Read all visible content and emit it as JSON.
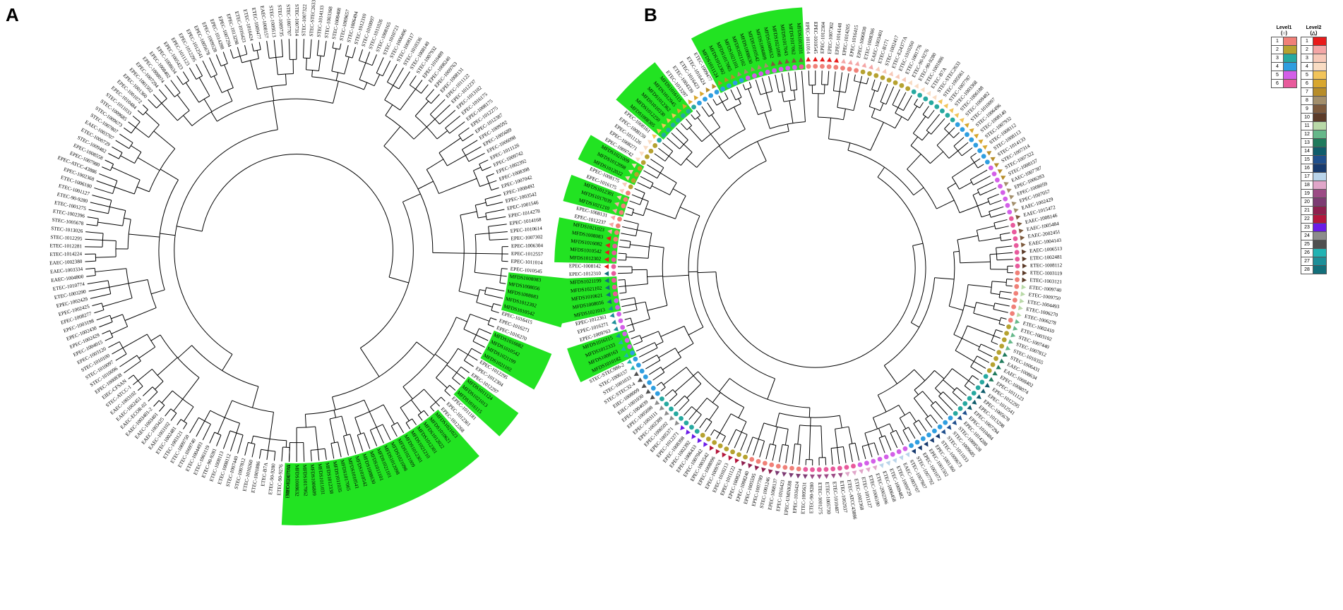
{
  "panels": {
    "a": {
      "letter": "A"
    },
    "b": {
      "letter": "B"
    }
  },
  "colors": {
    "highlight": "#22e322",
    "branch": "#000000"
  },
  "tree_a": {
    "leaves": [
      "ETEC-E24377A",
      "ETEC-90-9276",
      "ETEC-90-9280",
      "ETEC-B7A",
      "ETEC-1001886",
      "ETEC-1010260",
      "STEC-1007812",
      "STEC-1007440",
      "ETEC-1008112",
      "ETEC-1008113",
      "ETEC-90-9281",
      "ETEC-1003119",
      "ETEC-1004493",
      "ETEC-1009740",
      "ETEC-1009750",
      "ETEC-1003121",
      "ETEC-1002481",
      "EAEC-1003102",
      "EAEC-1003425",
      "EAEC-1003401",
      "EAEC-1003401-2",
      "EAEC-ECOR-02",
      "EAEC-1002451",
      "EAEC-1003102",
      "STEC-ATCC-1",
      "EIEC-CFSAN",
      "EPEC-1000838",
      "STEC-1010096",
      "STEC-1010097",
      "STEC-1010100",
      "EPEC-1003120",
      "EPEC-1004015",
      "EPEC-1002429",
      "EPEC-1002430",
      "EPEC-1003198",
      "EPEC-1008277",
      "EPEC-1002425",
      "EPEC-1002429",
      "ETEC-1003290",
      "ETEC-1010774",
      "EAEC-1004800",
      "EAEC-1003334",
      "EAEC-1002380",
      "ETEC-1014224",
      "ETEC-1012281",
      "STEC-1012295",
      "STEC-1013026",
      "STEC-1005678",
      "ETEC-1002396",
      "ETEC-1001275",
      "ETEC-90-9280",
      "ETEC-1001127",
      "ETEC-1006180",
      "EPEC-1002368",
      "EPEC-ATCC-43886",
      "EPEC-1007980",
      "EPEC-1008558",
      "STEC-1009482",
      "ETEC-1000729",
      "EAEC-1003707",
      "STEC-1007807",
      "STEC-1009673",
      "STEC-1009685",
      "STEC-1011033",
      "EPEC-1010484",
      "EPEC-1001072",
      "EPEC-1001360",
      "EPEC-1001502",
      "EPEC-1007294",
      "EPEC-1008074",
      "EPEC-1008402",
      "EPEC-1008634",
      "EPEC-1005423",
      "EPEC-1011123",
      "EPEC-1012295",
      "EPEC-1012541",
      "EPEC-1005678",
      "EPEC-1009528",
      "EPEC-1014288",
      "EPEC-1007294",
      "EPEC-1013298",
      "ETEC-1016423",
      "ETEC-1016424",
      "ETEC-1009477",
      "EAEC-1008157",
      "STEC-1009513",
      "STEC-1009735",
      "STEC-1007707",
      "STEC-1007314",
      "STEC-1007322",
      "STEC-STEC2633",
      "STEC-1014133",
      "STEC-1003368",
      "STEC-1008408",
      "STEC-1009657",
      "STEC-1006494",
      "STEC-1012310",
      "STEC-1010097",
      "STEC-1011026",
      "STEC-1008165",
      "STEC-1010723",
      "STEC-1006496",
      "STEC-1008117",
      "STEC-1010336",
      "STEC-1008140",
      "STEC-1007932",
      "EPEC-1010489",
      "EPEC-1008240",
      "EPEC-1009763",
      "EPEC-1008131",
      "EPEC-1011122",
      "EPEC-1012237",
      "EPEC-1013102",
      "EPEC-1016175",
      "EPEC-1008175",
      "EPEC-1012275",
      "EPEC-1012387",
      "EPEC-1009592",
      "EPEC-1005689",
      "EPEC-1006098",
      "EPEC-1011126",
      "EPEC-1009742",
      "EPEC-1002392",
      "EPEC-1008398",
      "EPEC-1007042",
      "EPEC-1008492",
      "EPEC-1003542",
      "EPEC-1001546",
      "EPEC-1014278",
      "EPEC-1014168",
      "EPEC-1010614",
      "EPEC-1007302",
      "EPEC-1006304",
      "EPEC-1012557",
      "EPEC-1011014",
      "EPEC-1010545",
      "MFDS1008083",
      "MFDS1008056",
      "MFDS1008083",
      "MFDS1012302",
      "MFDS1010542",
      "EPEC-1016415",
      "EPEC-1016271",
      "EPEC-1016270",
      "MFDS1016082",
      "MFDS1010542",
      "MFDS1021199",
      "MFDS1021102",
      "EPEC-1012295",
      "EPEC-1012304",
      "EPEC-1012297",
      "MFDS1011124",
      "MFDS1021013",
      "MFDS1016115",
      "EPEC-1011181",
      "EPEC-1012361",
      "EPEC-1012268",
      "MFDS1021023",
      "MFDS1010621",
      "MFDS1012022",
      "MFDS1012301",
      "MFDS1021210",
      "MFDS1012301",
      "MFDS1021009",
      "MFDS1021098",
      "MFDS1012098",
      "MFDS1021101",
      "MFDS1011101",
      "MFDS1008630",
      "MFDS1010542",
      "MFDS1010541",
      "MFDS1017065",
      "MFDS1011035",
      "MFDS1012338",
      "MFDS1011031",
      "MFDS1006809",
      "MFDS1017062",
      "MFDS1008632",
      "MFDS1017043"
    ],
    "highlight_groups": [
      [
        "MFDS1017043",
        "MFDS1008632",
        "MFDS1017062",
        "MFDS1006809",
        "MFDS1011031",
        "MFDS1012338",
        "MFDS1011035",
        "MFDS1017065",
        "MFDS1010541",
        "MFDS1010542",
        "MFDS1008630",
        "MFDS1011101",
        "MFDS1021101",
        "MFDS1012098",
        "MFDS1021098",
        "MFDS1021009",
        "MFDS1012301",
        "MFDS1021210",
        "MFDS1012022",
        "MFDS1010621",
        "MFDS1021023"
      ],
      [
        "MFDS1016115",
        "MFDS1021013",
        "MFDS1011124"
      ],
      [
        "MFDS1021102",
        "MFDS1021199",
        "MFDS1010542",
        "MFDS1016082"
      ],
      [
        "MFDS1010542",
        "MFDS1012302",
        "MFDS1008083",
        "MFDS1008056"
      ]
    ]
  },
  "tree_b": {
    "leaves": [
      "EPEC-1011014",
      "EPEC-1010545",
      "EPEC-1012304",
      "EPEC-1007302",
      "EPEC-1014148",
      "EPEC-1014205",
      "EPEC-1016415",
      "EPEC-1006830",
      "ETEC-1008306",
      "EAEC-1003401",
      "ETEC-B171",
      "STEC-1002417",
      "ETEC-E24377A",
      "ETEC-1010260",
      "ETEC-1001776",
      "ETEC-90-9276",
      "ETEC-90-9280",
      "ETEC-1001886",
      "ETEC-B7A",
      "STEC-STEC2633",
      "STEC-1005061",
      "STEC-1007787",
      "STEC-1003368",
      "STEC-1006188",
      "STEC-1009482",
      "STEC-1010097",
      "STEC-1006496",
      "STEC-1008140",
      "STEC-1007932",
      "STEC-1008112",
      "STEC-1008113",
      "STEC-1014133",
      "STEC-1007314",
      "STEC-1007322",
      "STEC-1008157",
      "EAEC-1007787",
      "EPEC-1006283",
      "EPEC-1008059",
      "EPEC-1007057",
      "EAEC-1002429",
      "EAEC-1015472",
      "EAEC-1008146",
      "EAEC-1005484",
      "EAEC-2002451",
      "EAEC-1004143",
      "EAEC-1006513",
      "ETEC-1002481",
      "ETEC-1008112",
      "ETEC-1003119",
      "ETEC-1003121",
      "ETEC-1009740",
      "ETEC-1009750",
      "ETEC-1004493",
      "ETEC-1006270",
      "ETEC-1006278",
      "ETEC-1002410",
      "ETEC-1003102",
      "STEC-1007440",
      "STEC-1007812",
      "STEC-1010355",
      "STEC-1006431",
      "EAEC-1008634",
      "EAEC-1008402",
      "EPEC-1008074",
      "EPEC-1011123",
      "EPEC-1012295",
      "EPEC-1012541",
      "EPEC-1005678",
      "EPEC-1013298",
      "EPEC-1007294",
      "EPEC-1010484",
      "EPEC-1014288",
      "STEC-1009528",
      "STEC-1009685",
      "STEC-1011033",
      "STEC-1009673",
      "EPEC-1001360",
      "EPEC-1001502",
      "EPEC-1001072",
      "STEC-1007792",
      "STEC-1007807",
      "EAEC-1003707",
      "ETEC-1009729",
      "ETEC-1009482",
      "ETEC-1006458",
      "ETEC-2002396",
      "ETEC-1006180",
      "ETEC-1011127",
      "ETEC-1002368",
      "ETEC-ATCC43886",
      "ETEC-1002937",
      "ETEC-1010487",
      "ETEC-1005730",
      "ETEC-1001275",
      "ETEC-90-9280",
      "ETEC-1005631",
      "EPEC-1016424",
      "EPEC-UMNK88",
      "EPEC-1016423",
      "EPEC-1008137",
      "STEC-1001246",
      "EPEC-1007789",
      "EPEC-1005595",
      "EPEC-1008240",
      "EPEC-1008234",
      "EPEC-1011122",
      "EPEC-1010213",
      "EPEC-1009763",
      "EPEC-1008096",
      "EPEC-1003542",
      "EPEC-1007042",
      "EPEC-1006433",
      "EPEC-1002392",
      "EPEC-1008398",
      "EPEC-1012271",
      "EPEC-1005371",
      "EPEC-1006502",
      "EPEC-1002389",
      "EPEC-1003111",
      "EPEC-1005698",
      "EPEC-1004039",
      "EIEC-1001030",
      "EIEC-1008009",
      "STEC-STEC32-4",
      "STEC-1001033",
      "STEC-1006157",
      "STEC-STEC986-2",
      "MFDS1010182",
      "MFDS1008163",
      "MFDS1012333",
      "MFDS1016115",
      "EPEC-1009763",
      "EPEC-1016271",
      "EPEC-1012361",
      "MFDS1021013",
      "MFDS1008056",
      "MFDS1010621",
      "MFDS1021102",
      "MFDS1021199",
      "EPEC-1012310",
      "EPEC-1008142",
      "MFDS1012302",
      "MFDS1010542",
      "MFDS1016082",
      "MFDS1008083",
      "MFDS1021023",
      "EPEC-1012237",
      "EPEC-1008131",
      "MFDS1021210",
      "MFDS1017039",
      "MFDS1012301",
      "EPEC-1016175",
      "EPEC-1008175",
      "MFDS1012022",
      "MFDS1012098",
      "MFDS1021009",
      "EPEC-1009742",
      "EPEC-1008271",
      "EPEC-1011126",
      "EPEC-1008159",
      "EPEC-1008161",
      "MFDS1008305",
      "MFDS1012250",
      "MFDS1010330",
      "MFDS1012362",
      "MFDS1012945",
      "MFDS1016115",
      "ETEC-1013297",
      "ETEC-1004339",
      "ETEC-1016423",
      "ETEC-1016424",
      "ETEC-1009477",
      "MFDS1011124",
      "MFDS1012302",
      "MFDS1017065",
      "MFDS1021101",
      "MFDS1021102",
      "MFDS1008630",
      "MFDS1010542",
      "MFDS1006809",
      "MFDS1008632",
      "MFDS1021098",
      "MFDS1017043",
      "MFDS1017062",
      "MFDS1011031"
    ],
    "highlight_groups": [
      [
        "MFDS1011031",
        "MFDS1017062",
        "MFDS1017043",
        "MFDS1021098",
        "MFDS1008632",
        "MFDS1006809",
        "MFDS1010542",
        "MFDS1008630",
        "MFDS1021102",
        "MFDS1021101",
        "MFDS1017065",
        "MFDS1012302",
        "MFDS1011124"
      ],
      [
        "MFDS1016115",
        "MFDS1012945",
        "MFDS1012362",
        "MFDS1010330",
        "MFDS1012250",
        "MFDS1008305"
      ],
      [
        "MFDS1021009",
        "MFDS1012098",
        "MFDS1012022"
      ],
      [
        "MFDS1012301",
        "MFDS1017039",
        "MFDS1021210"
      ],
      [
        "MFDS1021023",
        "MFDS1008083",
        "MFDS1016082",
        "MFDS1010542",
        "MFDS1012302"
      ],
      [
        "MFDS1021199",
        "MFDS1021102",
        "MFDS1010621",
        "MFDS1008056",
        "MFDS1021013"
      ],
      [
        "MFDS1016115",
        "MFDS1012333",
        "MFDS1008163",
        "MFDS1010182"
      ]
    ]
  },
  "legend": {
    "level1": {
      "title": "Level1",
      "subtitle": "(○)",
      "rows": [
        {
          "n": "1",
          "color": "#f08078"
        },
        {
          "n": "2",
          "color": "#b6a230"
        },
        {
          "n": "3",
          "color": "#27a9a0"
        },
        {
          "n": "4",
          "color": "#2f9ee0"
        },
        {
          "n": "5",
          "color": "#d35fe8"
        },
        {
          "n": "6",
          "color": "#e85a9c"
        }
      ]
    },
    "level2": {
      "title": "Level2",
      "subtitle": "(△)",
      "rows": [
        {
          "n": "1",
          "color": "#e81b1b"
        },
        {
          "n": "2",
          "color": "#f4a6a6"
        },
        {
          "n": "3",
          "color": "#f7c9b8"
        },
        {
          "n": "4",
          "color": "#f9dcc3"
        },
        {
          "n": "5",
          "color": "#f2c45a"
        },
        {
          "n": "6",
          "color": "#d8a72f"
        },
        {
          "n": "7",
          "color": "#b78d2a"
        },
        {
          "n": "8",
          "color": "#a38f6c"
        },
        {
          "n": "9",
          "color": "#7d5a3d"
        },
        {
          "n": "10",
          "color": "#5c3b28"
        },
        {
          "n": "11",
          "color": "#b9d9a8"
        },
        {
          "n": "12",
          "color": "#66b88a"
        },
        {
          "n": "13",
          "color": "#1f7a5c"
        },
        {
          "n": "14",
          "color": "#0f5c6b"
        },
        {
          "n": "15",
          "color": "#1f4f8c"
        },
        {
          "n": "16",
          "color": "#173a6e"
        },
        {
          "n": "17",
          "color": "#b9d4ea"
        },
        {
          "n": "18",
          "color": "#e0a6c9"
        },
        {
          "n": "19",
          "color": "#9c4b85"
        },
        {
          "n": "20",
          "color": "#7d3b73"
        },
        {
          "n": "21",
          "color": "#8e1f4e"
        },
        {
          "n": "22",
          "color": "#b4163c"
        },
        {
          "n": "23",
          "color": "#6a1be8"
        },
        {
          "n": "24",
          "color": "#8c8c8c"
        },
        {
          "n": "25",
          "color": "#4f4f4f"
        },
        {
          "n": "26",
          "color": "#22b3b3"
        },
        {
          "n": "27",
          "color": "#1d8f99"
        },
        {
          "n": "28",
          "color": "#136f7a"
        }
      ]
    }
  }
}
